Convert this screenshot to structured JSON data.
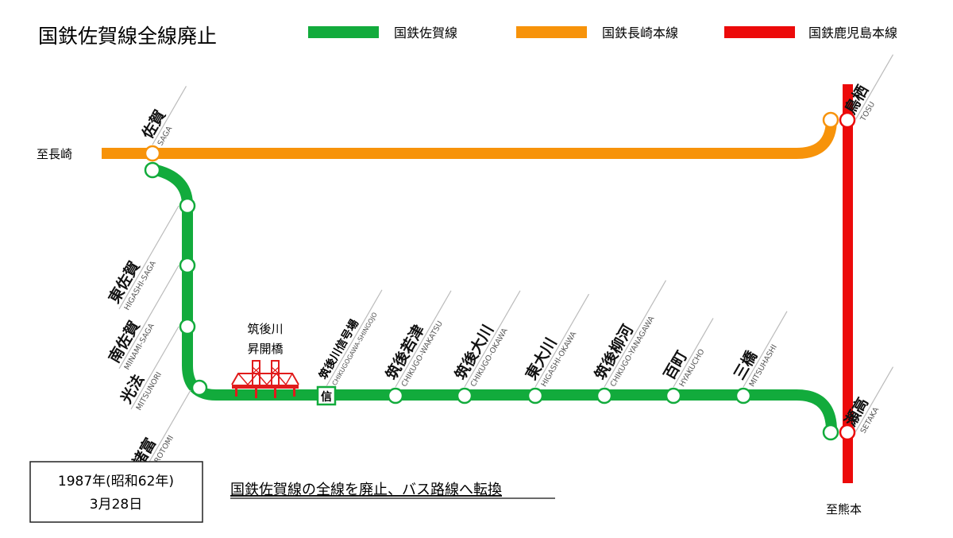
{
  "title": "国鉄佐賀線全線廃止",
  "legend": [
    {
      "label": "国鉄佐賀線",
      "color": "#12ab3c"
    },
    {
      "label": "国鉄長崎本線",
      "color": "#f7930a"
    },
    {
      "label": "国鉄鹿児島本線",
      "color": "#ec0a0a"
    }
  ],
  "destinations": {
    "nagasaki": "至長崎",
    "kumamoto": "至熊本"
  },
  "stations": {
    "saga": {
      "jp": "佐賀",
      "en": "SAGA"
    },
    "higashi_saga": {
      "jp": "東佐賀",
      "en": "HIGASHI-SAGA"
    },
    "minami_saga": {
      "jp": "南佐賀",
      "en": "MINAMI-SAGA"
    },
    "mitsunori": {
      "jp": "光法",
      "en": "MITSUNORI"
    },
    "morotomi": {
      "jp": "諸富",
      "en": "MOROTOMI"
    },
    "shingojo": {
      "jp": "筑後川信号場",
      "en": "CHIKUGOGAWA-SHINGOJO",
      "mark": "信"
    },
    "wakatsu": {
      "jp": "筑後若津",
      "en": "CHIKUGO-WAKATSU"
    },
    "okawa": {
      "jp": "筑後大川",
      "en": "CHIKUGO-OKAWA"
    },
    "higashi_okawa": {
      "jp": "東大川",
      "en": "HIGASHI-OKAWA"
    },
    "yanagawa": {
      "jp": "筑後柳河",
      "en": "CHIKUGO-YANAGAWA"
    },
    "hyakucho": {
      "jp": "百町",
      "en": "HYAKUCHO"
    },
    "mitsuhashi": {
      "jp": "三橋",
      "en": "MITSUHASHI"
    },
    "setaka": {
      "jp": "瀬高",
      "en": "SETAKA"
    },
    "tosu": {
      "jp": "鳥栖",
      "en": "TOSU"
    }
  },
  "bridge": {
    "line1": "筑後川",
    "line2": "昇開橋"
  },
  "date_box": {
    "line1": "1987年(昭和62年)",
    "line2": "3月28日"
  },
  "note": "国鉄佐賀線の全線を廃止、バス路線へ転換"
}
